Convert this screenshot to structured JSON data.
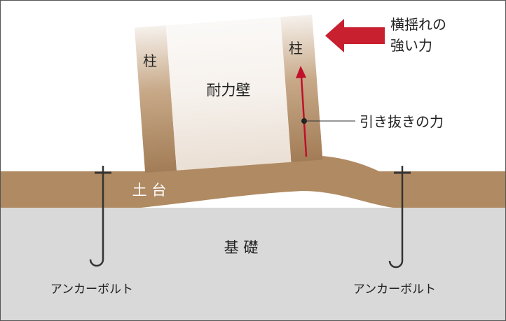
{
  "labels": {
    "pillar_left": "柱",
    "pillar_right": "柱",
    "shear_wall": "耐力壁",
    "force_line1": "横揺れの",
    "force_line2": "強い力",
    "pullout": "引き抜きの力",
    "sill": "土 台",
    "foundation": "基 礎",
    "anchor_left": "アンカーボルト",
    "anchor_right": "アンカーボルト"
  },
  "colors": {
    "sill": "#b08a62",
    "foundation": "#d9d9d9",
    "pillar_dark": "#a88460",
    "wall_light": "#f3eeea",
    "arrow": "#c8202f",
    "pullout_arrow": "#c0102a",
    "bolt": "#333333"
  },
  "icons": {
    "force_arrow": "left-arrow-icon",
    "pullout_arrow": "up-arrow-icon",
    "anchor_bolt": "anchor-bolt-icon"
  }
}
